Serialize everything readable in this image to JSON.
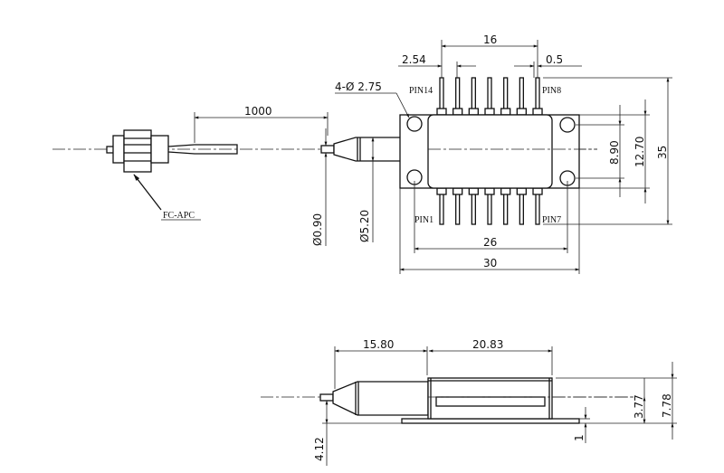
{
  "top_view": {
    "fiber_length": "1000",
    "connector_label": "FC-APC",
    "hole_callout": "4-Ø 2.75",
    "pin_labels": {
      "pin14": "PIN14",
      "pin8": "PIN8",
      "pin1": "PIN1",
      "pin7": "PIN7"
    },
    "dims": {
      "pin_span": "16",
      "pin_pitch": "2.54",
      "pin_width": "0.5",
      "hole_vertical": "8.90",
      "body_height": "12.70",
      "overall_height": "35",
      "hole_horizontal": "26",
      "flange_width": "30",
      "fiber_diameter": "Ø0.90",
      "tube_diameter": "Ø5.20"
    }
  },
  "side_view": {
    "dims": {
      "tube_length": "15.80",
      "body_length": "20.83",
      "center_height": "3.77",
      "overall_height": "7.78",
      "base_thickness": "1",
      "axis_height": "4.12"
    }
  }
}
